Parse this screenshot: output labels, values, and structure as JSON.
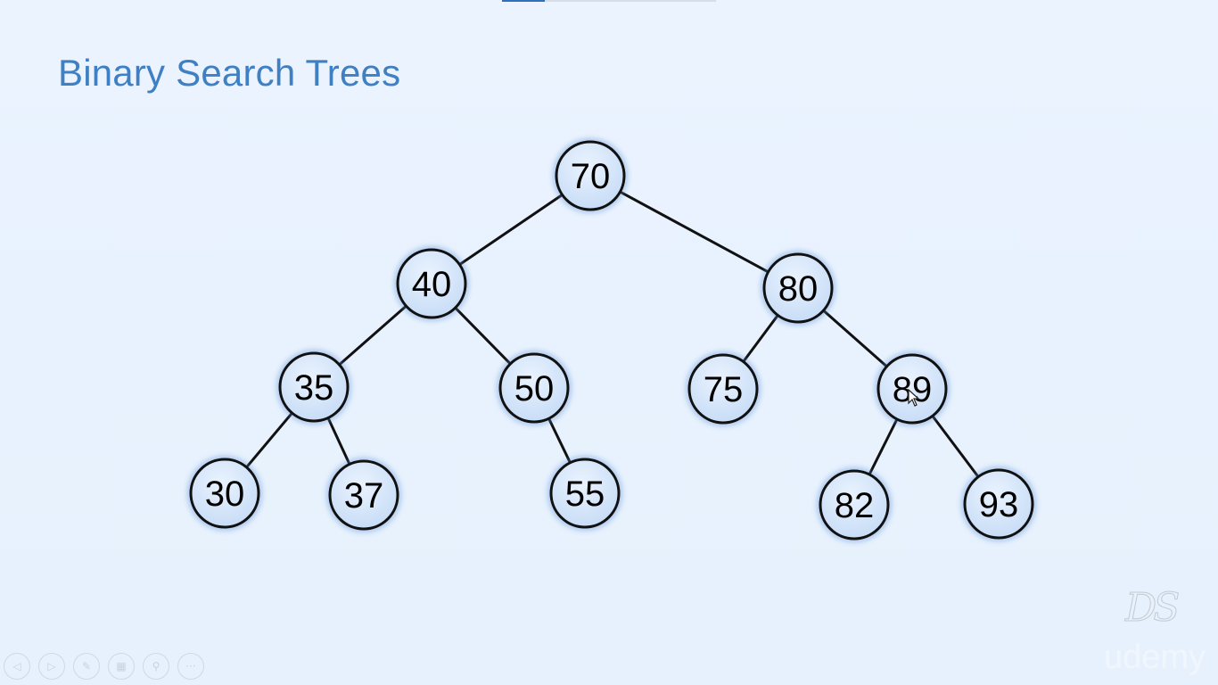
{
  "slide": {
    "title": "Binary Search Trees",
    "progress": 0.2
  },
  "tree": {
    "root": {
      "value": "70",
      "children": [
        {
          "value": "40",
          "children": [
            {
              "value": "35",
              "children": [
                {
                  "value": "30",
                  "children": []
                },
                {
                  "value": "37",
                  "children": []
                }
              ]
            },
            {
              "value": "50",
              "children": [
                {
                  "value": "55",
                  "children": []
                }
              ]
            }
          ]
        },
        {
          "value": "80",
          "children": [
            {
              "value": "75",
              "children": []
            },
            {
              "value": "89",
              "children": [
                {
                  "value": "82",
                  "children": []
                },
                {
                  "value": "93",
                  "children": []
                }
              ]
            }
          ]
        }
      ]
    }
  },
  "colors": {
    "background": "#e8f2fd",
    "title": "#3f7fc4",
    "node_fill": "#d6e6fa",
    "node_stroke": "#111111",
    "node_glow": "#5b8fd9",
    "edge": "#111111"
  },
  "controls": [
    {
      "name": "previous-icon",
      "glyph": "◁"
    },
    {
      "name": "next-icon",
      "glyph": "▷"
    },
    {
      "name": "pen-icon",
      "glyph": "✎"
    },
    {
      "name": "slides-icon",
      "glyph": "▦"
    },
    {
      "name": "zoom-icon",
      "glyph": "⚲"
    },
    {
      "name": "more-icon",
      "glyph": "···"
    }
  ],
  "watermark": {
    "monogram": "DS",
    "brand": "udemy"
  }
}
